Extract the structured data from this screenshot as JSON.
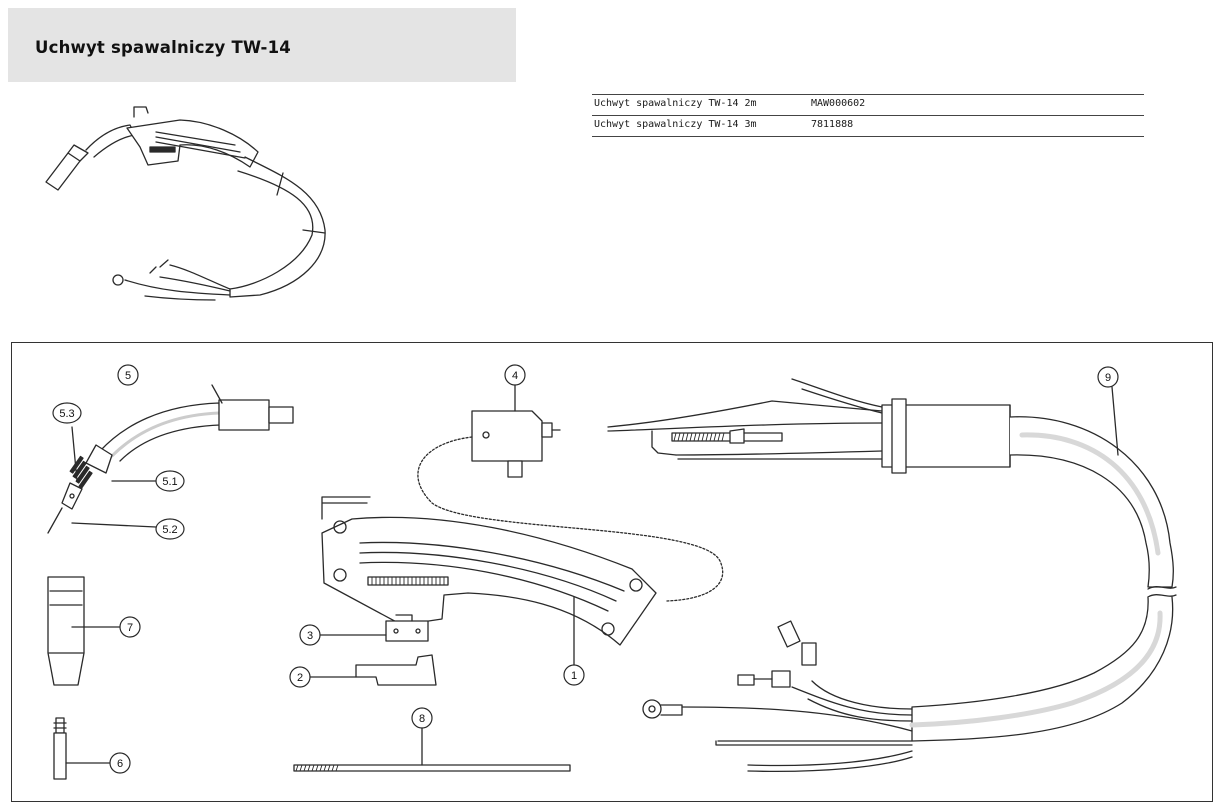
{
  "title": "Uchwyt spawalniczy TW-14",
  "products": [
    {
      "name": "Uchwyt spawalniczy TW-14 2m",
      "code": "MAW000602"
    },
    {
      "name": "Uchwyt spawalniczy TW-14 3m",
      "code": "7811888"
    }
  ],
  "callouts": {
    "p1": "1",
    "p2": "2",
    "p3": "3",
    "p4": "4",
    "p5": "5",
    "p51": "5.1",
    "p52": "5.2",
    "p53": "5.3",
    "p6": "6",
    "p7": "7",
    "p8": "8",
    "p9": "9"
  },
  "colors": {
    "line": "#2a2a2a",
    "title_bg": "#e4e4e4",
    "highlight": "#e2e2e2"
  }
}
